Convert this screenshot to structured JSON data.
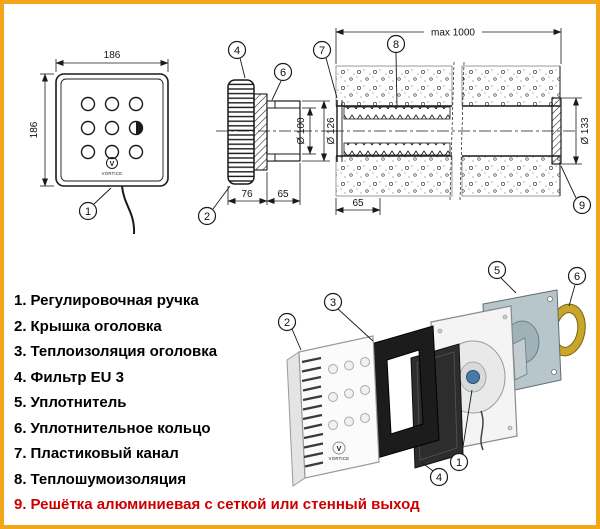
{
  "colors": {
    "frame_border": "#f2a71b",
    "drawing_line": "#1a1a1a",
    "highlight_text": "#cc0000",
    "ring_fill": "#c9a52a",
    "seal_plate_fill": "#b7c6ca"
  },
  "brand": {
    "mark": "V",
    "name": "VORTICE"
  },
  "drawing": {
    "front_view": {
      "width_label": "186",
      "height_label": "186",
      "callout_knob": "1"
    },
    "side_view": {
      "depth_head_label": "76",
      "depth_sleeve_label": "65",
      "dia_inner_label": "Ø 100",
      "dia_outer_label": "Ø 126",
      "callout_filter": "4",
      "callout_ring": "6",
      "callout_cover": "2"
    },
    "duct_view": {
      "max_length_label": "max 1000",
      "wall_offset_label": "65",
      "dia_grille_label": "Ø 133",
      "callout_channel": "7",
      "callout_insulation": "8",
      "callout_grille": "9"
    }
  },
  "parts_list": {
    "items": [
      {
        "num": "1.",
        "label": "Регулировочная ручка",
        "highlight": false
      },
      {
        "num": "2.",
        "label": "Крышка оголовка",
        "highlight": false
      },
      {
        "num": "3.",
        "label": "Теплоизоляция оголовка",
        "highlight": false
      },
      {
        "num": "4.",
        "label": "Фильтр  EU 3",
        "highlight": false
      },
      {
        "num": "5.",
        "label": "Уплотнитель",
        "highlight": false
      },
      {
        "num": "6.",
        "label": "Уплотнительное кольцо",
        "highlight": false
      },
      {
        "num": "7.",
        "label": "Пластиковый канал",
        "highlight": false
      },
      {
        "num": "8.",
        "label": "Теплошумоизоляция",
        "highlight": false
      },
      {
        "num": "9.",
        "label": "Решётка алюминиевая с сеткой или стенный выход",
        "highlight": true
      }
    ]
  },
  "exploded_view": {
    "callouts": {
      "cover": "2",
      "insulation": "3",
      "seal": "5",
      "ring": "6",
      "filter": "4",
      "knob": "1"
    }
  }
}
